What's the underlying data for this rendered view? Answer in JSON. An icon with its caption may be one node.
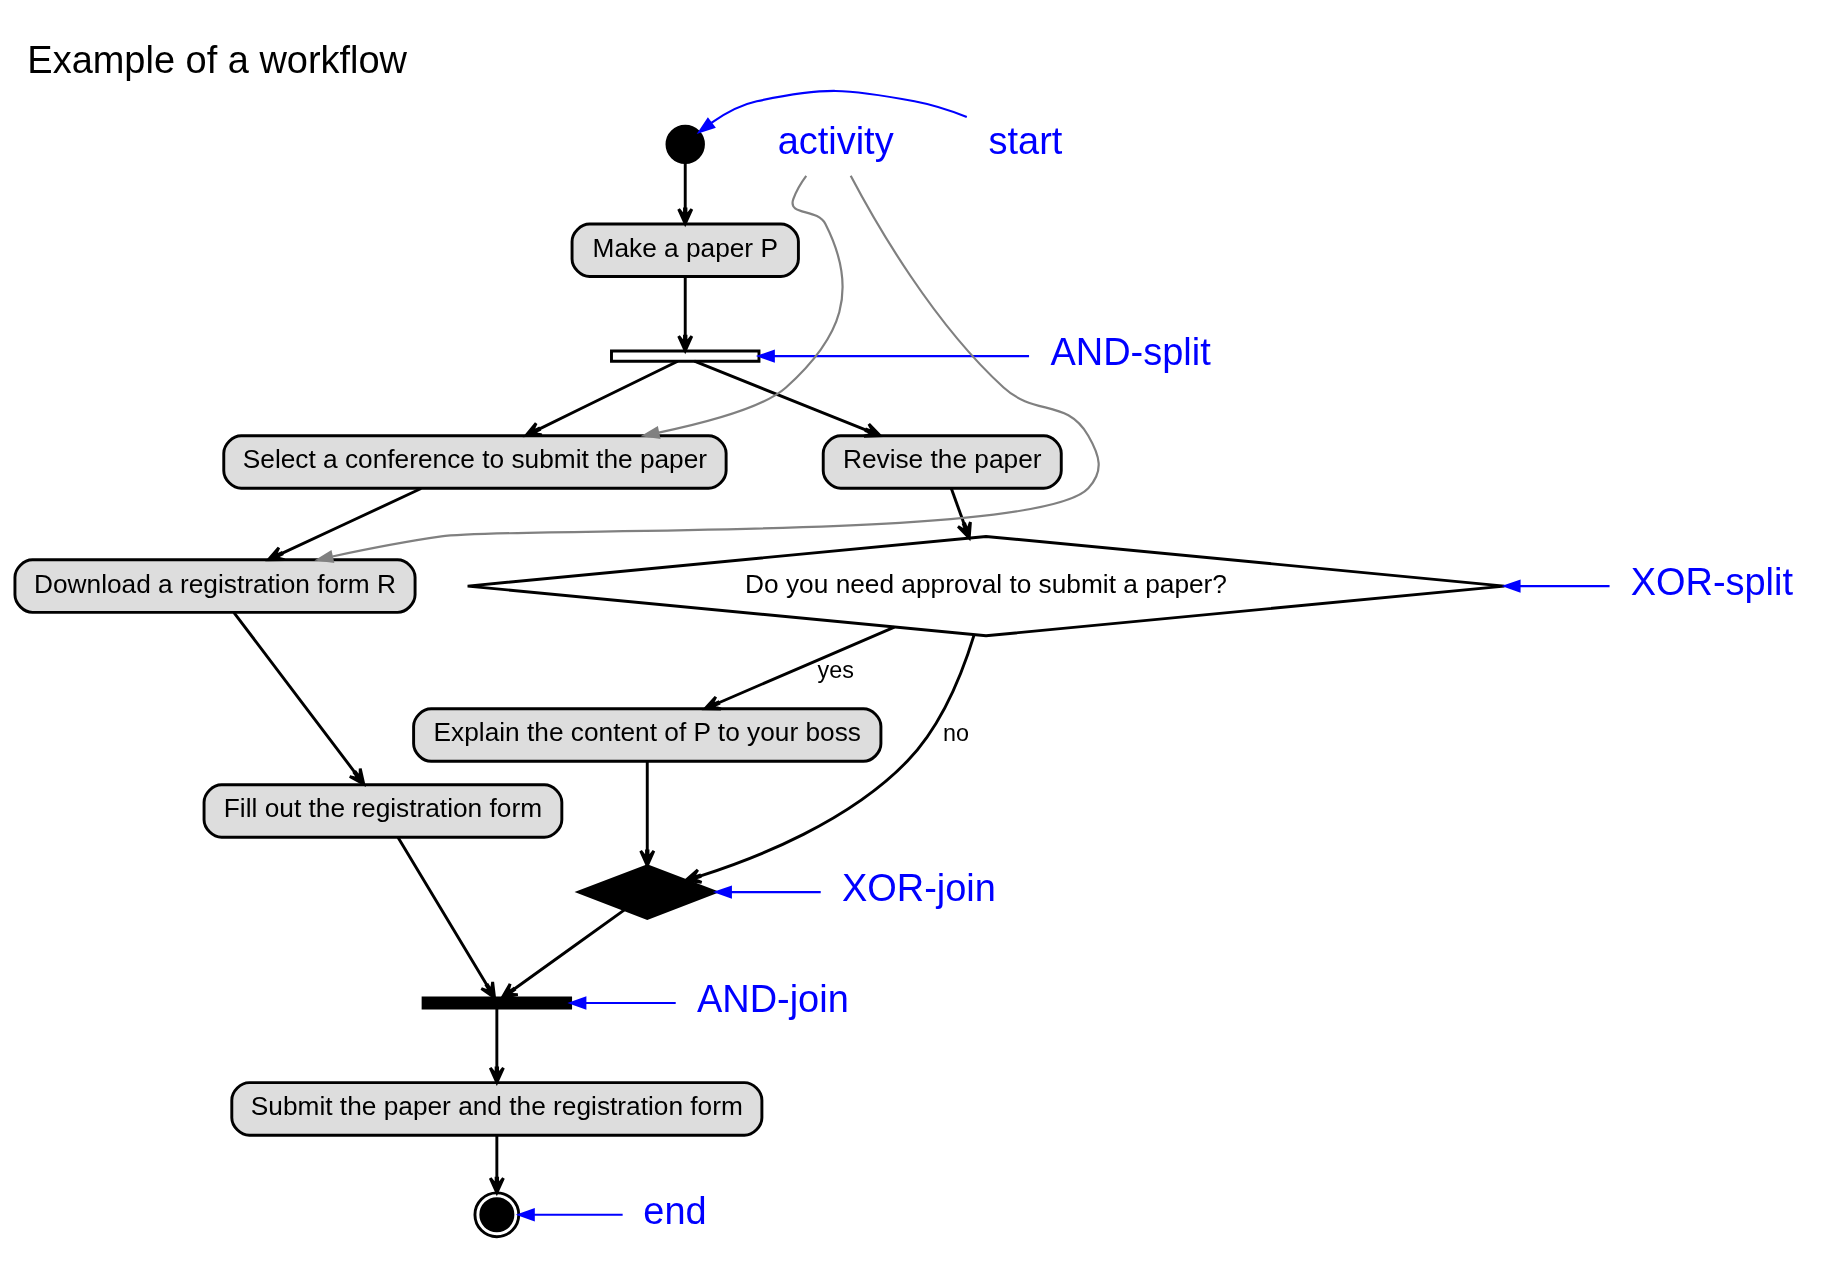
{
  "diagram": {
    "title": "Example of a workflow",
    "nodes": [
      {
        "text": [],
        "shape": "circle"
      },
      {
        "text": [
          "Make a paper P"
        ]
      },
      {
        "text": [],
        "shape": "bar"
      },
      {
        "text": [
          "Select a conference to submit the paper"
        ]
      },
      {
        "text": [
          "Revise the paper"
        ]
      },
      {
        "text": [
          "Download a registration form R"
        ]
      },
      {
        "text": [
          "Do you need approval to submit a paper?"
        ]
      },
      {
        "text": [
          "Fill out the registration form"
        ]
      },
      {
        "text": [
          "Explain the content of P to your boss"
        ]
      },
      {
        "text": [],
        "shape": "diamond"
      },
      {
        "text": [],
        "shape": "bar"
      },
      {
        "text": [
          "Submit the paper and the registration form"
        ]
      },
      {
        "text": [],
        "shape": "circle"
      },
      {
        "text": [
          "start"
        ]
      },
      {
        "text": [
          "AND-split"
        ]
      },
      {
        "text": [
          "activity"
        ]
      },
      {
        "text": [
          "XOR-split"
        ]
      },
      {
        "text": [
          "XOR-join"
        ]
      },
      {
        "text": [
          "AND-join"
        ]
      },
      {
        "text": [
          "end"
        ]
      }
    ],
    "edges": [
      {
        "from": 0,
        "to": 1,
        "arrow": "to"
      },
      {
        "from": 1,
        "to": 2,
        "arrow": "to"
      },
      {
        "from": 2,
        "to": 3,
        "arrow": "to"
      },
      {
        "from": 2,
        "to": 4,
        "arrow": "to"
      },
      {
        "from": 3,
        "to": 5,
        "arrow": "to"
      },
      {
        "from": 5,
        "to": 7,
        "arrow": "to"
      },
      {
        "from": 4,
        "to": 6,
        "arrow": "to"
      },
      {
        "from": 6,
        "to": 9,
        "arrow": "to",
        "label": "no"
      },
      {
        "from": 6,
        "to": 8,
        "arrow": "to",
        "label": "yes"
      },
      {
        "from": 8,
        "to": 9,
        "arrow": "to"
      },
      {
        "from": 7,
        "to": 10,
        "arrow": "to"
      },
      {
        "from": 9,
        "to": 10,
        "arrow": "to"
      },
      {
        "from": 10,
        "to": 11,
        "arrow": "to"
      },
      {
        "from": 11,
        "to": 12,
        "arrow": "to"
      },
      {
        "from": 13,
        "to": 0,
        "arrow": "to",
        "color": "#0000ff"
      },
      {
        "from": 14,
        "to": 2,
        "arrow": "to",
        "color": "#0000ff"
      },
      {
        "from": 15,
        "to": 3,
        "arrow": "to",
        "color": "#808080"
      },
      {
        "from": 15,
        "to": 5,
        "arrow": "to",
        "color": "#808080"
      },
      {
        "from": 16,
        "to": 6,
        "arrow": "to",
        "color": "#0000ff"
      },
      {
        "from": 17,
        "to": 9,
        "arrow": "to",
        "color": "#0000ff"
      },
      {
        "from": 18,
        "to": 10,
        "arrow": "to",
        "color": "#0000ff"
      },
      {
        "from": 19,
        "to": 12,
        "arrow": "to",
        "color": "#0000ff"
      }
    ]
  }
}
